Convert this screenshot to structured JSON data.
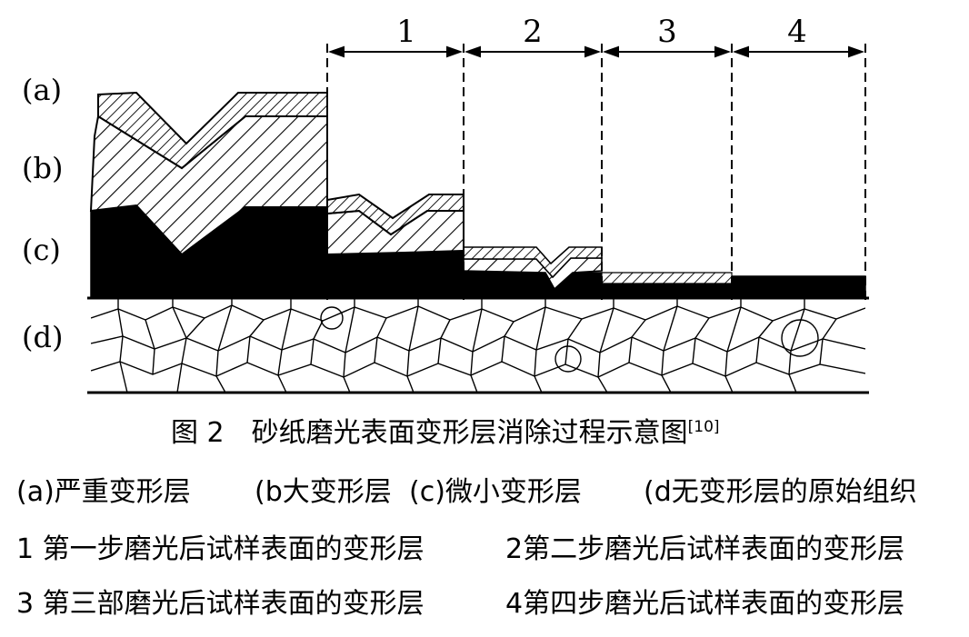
{
  "diagram": {
    "layer_labels": [
      "(a)",
      "(b)",
      "(c)",
      "(d)"
    ],
    "step_numbers": [
      "1",
      "2",
      "3",
      "4"
    ]
  },
  "caption": {
    "title": "图 2　砂纸磨光表面变形层消除过程示意图",
    "reference": "[10]"
  },
  "legend": {
    "row1": [
      "(a)严重变形层",
      "(b大变形层",
      "(c)微小变形层",
      "(d无变形层的原始组织"
    ],
    "row2": [
      "1 第一步磨光后试样表面的变形层",
      "2第二步磨光后试样表面的变形层"
    ],
    "row3": [
      "3 第三部磨光后试样表面的变形层",
      "4第四步磨光后试样表面的变形层"
    ]
  }
}
